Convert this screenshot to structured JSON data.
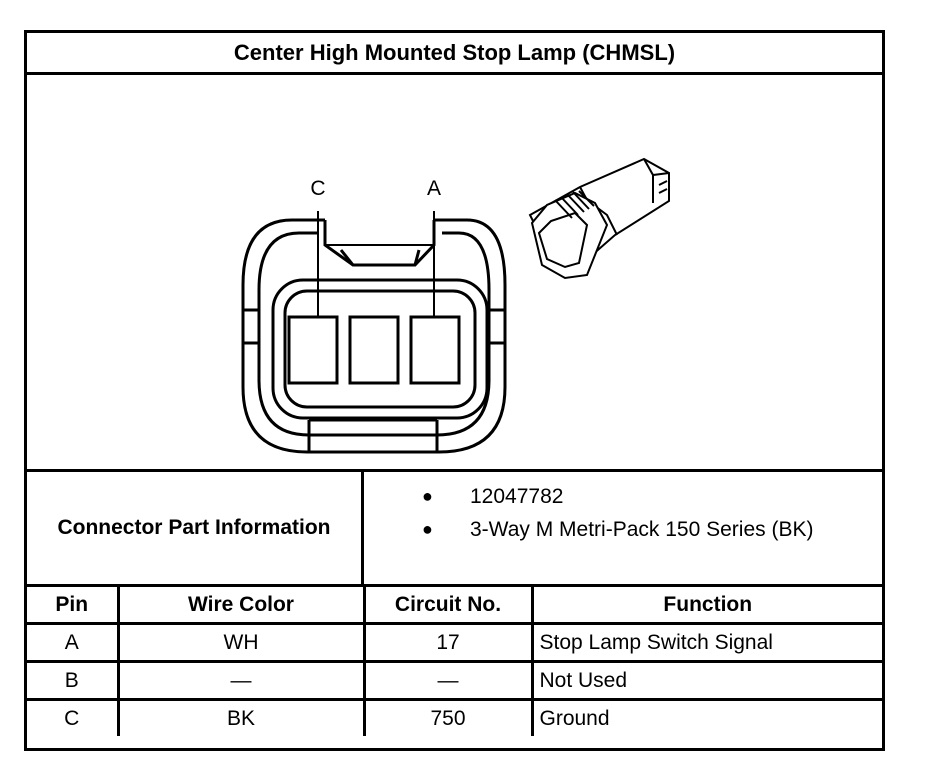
{
  "title": "Center High Mounted Stop Lamp (CHMSL)",
  "figure": {
    "pin_callouts": [
      "C",
      "A"
    ]
  },
  "connector_info": {
    "label": "Connector Part Information",
    "items": [
      "12047782",
      "3-Way M Metri-Pack 150 Series (BK)"
    ]
  },
  "pin_table": {
    "headers": [
      "Pin",
      "Wire Color",
      "Circuit No.",
      "Function"
    ],
    "rows": [
      [
        "A",
        "WH",
        "17",
        "Stop Lamp Switch Signal"
      ],
      [
        "B",
        "—",
        "—",
        "Not Used"
      ],
      [
        "C",
        "BK",
        "750",
        "Ground"
      ]
    ]
  }
}
